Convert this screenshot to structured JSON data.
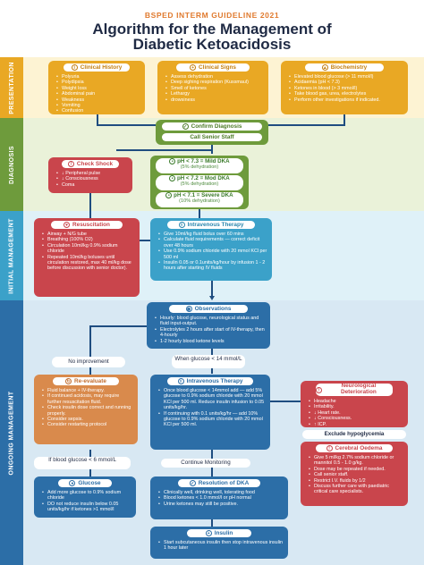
{
  "header": {
    "guideline": "BSPED INTERM GUIDELINE 2021",
    "title_line1": "Algorithm for the Management of",
    "title_line2": "Diabetic Ketoacidosis"
  },
  "colors": {
    "presentation_band": "#fdf3d3",
    "presentation_label": "#e9a824",
    "presentation_box": "#e9a824",
    "diagnosis_band": "#eaf2d9",
    "diagnosis_label": "#6e9b3c",
    "diagnosis_box": "#6e9b3c",
    "check_shock": "#c9454c",
    "initial_band": "#dff1f8",
    "initial_label": "#3ba1c9",
    "resuscitation": "#c9454c",
    "iv_therapy": "#3ba1c9",
    "ongoing_band": "#d8e8f3",
    "ongoing_label": "#2c6ea7",
    "ongoing_box": "#2c6ea7",
    "reevaluate": "#d98a4c",
    "neuro": "#c9454c",
    "glucose": "#2c6ea7"
  },
  "bands": {
    "presentation": "PRESENTATION",
    "diagnosis": "DIAGNOSIS",
    "initial": "INITIAL MANAGEMENT",
    "ongoing": "ONGOING MANAGEMENT"
  },
  "presentation": {
    "clinical_history": {
      "icon": "history-icon",
      "title": "Clinical History",
      "items": [
        "Polyuria",
        "Polydipsia",
        "Weight loss",
        "Abdominal pain",
        "Weakness",
        "Vomiting",
        "Confusion"
      ]
    },
    "clinical_signs": {
      "icon": "signs-icon",
      "title": "Clinical Signs",
      "items": [
        "Assess dehydration",
        "Deep sighing respiration (Kussmaul)",
        "Smell of ketones",
        "Lethargy",
        "drowsiness"
      ]
    },
    "biochemistry": {
      "icon": "flask-icon",
      "title": "Biochemistry",
      "items": [
        "Elevated blood glucose (> 11 mmol/l)",
        "Acidaemia (pH < 7.3)",
        "Ketones in blood (> 3 mmol/l)",
        "Take blood gas, urea, electrolytes",
        "Perform other investigations if indicated."
      ]
    }
  },
  "diagnosis": {
    "confirm": "Confirm Diagnosis",
    "call_senior": "Call Senior Staff",
    "check_shock": {
      "title": "Check Shock",
      "items": [
        "↓ Peripheral pulse",
        "↓ Consciousness",
        "Coma"
      ]
    },
    "mild": {
      "label": "pH < 7.3 = Mild DKA",
      "sub": "(5% dehydration)"
    },
    "moderate": {
      "label": "pH < 7.2 = Mod DKA",
      "sub": "(5% dehydration)"
    },
    "severe": {
      "label": "pH < 7.1 = Severe DKA",
      "sub": "(10% dehydration)"
    }
  },
  "initial": {
    "resuscitation": {
      "title": "Resuscitation",
      "items": [
        "Airway + N/G tube",
        "Breathing (100% O2)",
        "Circulation 10ml/kg 0.9% sodium chloride",
        "Repeated 10ml/kg boluses until circulation restored, max 40 ml/kg dose before discussion with senior doctor)."
      ]
    },
    "iv_therapy": {
      "title": "Intravenous Therapy",
      "items": [
        "Give 10ml/kg fluid bolus over 60 mins",
        "Calculate fluid requirements — correct deficit over 48 hours",
        "Use 0.9% sodium chloride with 20 mmol KCl per 500 ml",
        "Insulin 0.05 or 0.1units/kg/hour by infusion 1 - 2 hours after starting IV fluids"
      ]
    }
  },
  "ongoing": {
    "observations": {
      "title": "Observations",
      "items": [
        "Hourly: blood glucose, neurological status and fluid input-output.",
        "Electrolytes 2 hours after start of IV-therapy, then 4-hourly",
        "1-2 hourly blood ketone levels"
      ]
    },
    "no_improvement": "No improvement",
    "when_glucose": "When glucose < 14 mmol/L",
    "reevaluate": {
      "title": "Re-evaluate",
      "items": [
        "Fluid balance + IV-therapy.",
        "If continued acidosis, may require further resuscitation fluid.",
        "Check insulin dose correct and running properly.",
        "Consider sepsis.",
        "Consider restarting protocol"
      ]
    },
    "iv_therapy": {
      "title": "Intravenous Therapy",
      "items": [
        "Once blood glucose < 14mmol add — add 5% glucose to 0.9% sodium chloride with 20 mmol KCl per 500 ml. Reduce insulin infusion to 0.05 units/kg/hr.",
        "If continuing with 0.1 units/kg/hr — add 10% glucose to 0.9% sodium chloride with 20 mmol KCl per 500 ml."
      ]
    },
    "neuro": {
      "title": "Neurological Deterioration",
      "items": [
        "Headache",
        "Irritability.",
        "↓ Heart rate.",
        "↓ Consciousness.",
        "↑ ICP."
      ]
    },
    "exclude_hypo": "Exclude hypoglycemia",
    "cerebral_oedema": {
      "title": "Cerebral Oedema",
      "items": [
        "Give 5 ml/kg 2.7% sodium chloride or mannitol 0.5 - 1.0 g/kg.",
        "Dose may be repeated if needed.",
        "Call senior staff.",
        "Restrict I.V. fluids by 1/2",
        "Discuss further care with paediatric critical care specialists."
      ]
    },
    "if_glucose": "If blood glucose < 6 mmol/L",
    "continue_monitoring": "Continue Monitoring",
    "glucose": {
      "title": "Glucose",
      "items": [
        "Add more glucose to 0.9% sodium chloride",
        "DO not reduce insulin below 0.05 units/kg/hr if ketones >1 mmol/l"
      ]
    },
    "resolution": {
      "title": "Resolution of DKA",
      "items": [
        "Clinically well, drinking well, tolerating food",
        "Blood ketones < 1.0 mmol/l or pH normal",
        "Urine ketones may still be positive."
      ]
    },
    "insulin": {
      "title": "Insulin",
      "items": [
        "Start subcutaneous insulin then stop intravenous insulin 1 hour later"
      ]
    }
  }
}
